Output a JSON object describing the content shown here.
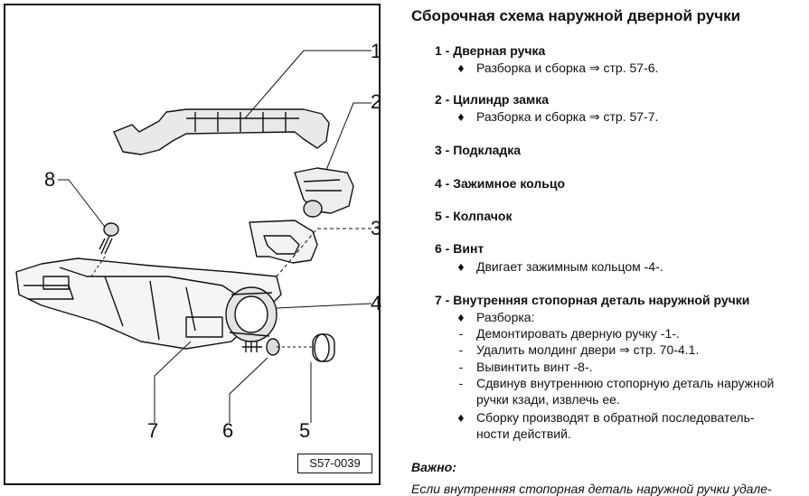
{
  "diagram": {
    "callouts": [
      "1",
      "2",
      "3",
      "4",
      "5",
      "6",
      "7",
      "8"
    ],
    "figure_code": "S57-0039"
  },
  "doc": {
    "title": "Сборочная схема наружной дверной ручки",
    "items": [
      {
        "heading": "1 - Дверная ручка",
        "bullets": [
          {
            "mark": "♦",
            "text": "Разборка и сборка ⇒ стр. 57-6."
          }
        ]
      },
      {
        "heading": "2 - Цилиндр замка",
        "bullets": [
          {
            "mark": "♦",
            "text": "Разборка и сборка ⇒ стр. 57-7."
          }
        ]
      },
      {
        "heading": "3 - Подкладка",
        "bullets": []
      },
      {
        "heading": "4 - Зажимное кольцо",
        "bullets": []
      },
      {
        "heading": "5 - Колпачок",
        "bullets": []
      },
      {
        "heading": "6 - Винт",
        "bullets": [
          {
            "mark": "♦",
            "text": "Двигает зажимным кольцом -4-."
          }
        ]
      },
      {
        "heading": "7 - Внутренняя стопорная деталь наружной ручки",
        "bullets": [
          {
            "mark": "♦",
            "text": "Разборка:"
          },
          {
            "mark": "-",
            "text": "Демонтировать дверную ручку -1-."
          },
          {
            "mark": "-",
            "text": "Удалить молдинг двери ⇒ стр. 70-4.1."
          },
          {
            "mark": "-",
            "text": "Вывинтить винт -8-."
          },
          {
            "mark": "-",
            "text": "Сдвинув внутреннюю стопорную деталь наружной"
          },
          {
            "mark": "",
            "text": "ручки кзади, извлечь ее."
          },
          {
            "mark": "♦",
            "text": "Сборку производят в обратной последователь-"
          },
          {
            "mark": "",
            "text": "ности действий."
          }
        ]
      }
    ],
    "note_heading": "Важно:",
    "note_text": "Если внутренняя стопорная деталь наружной ручки удале-"
  }
}
